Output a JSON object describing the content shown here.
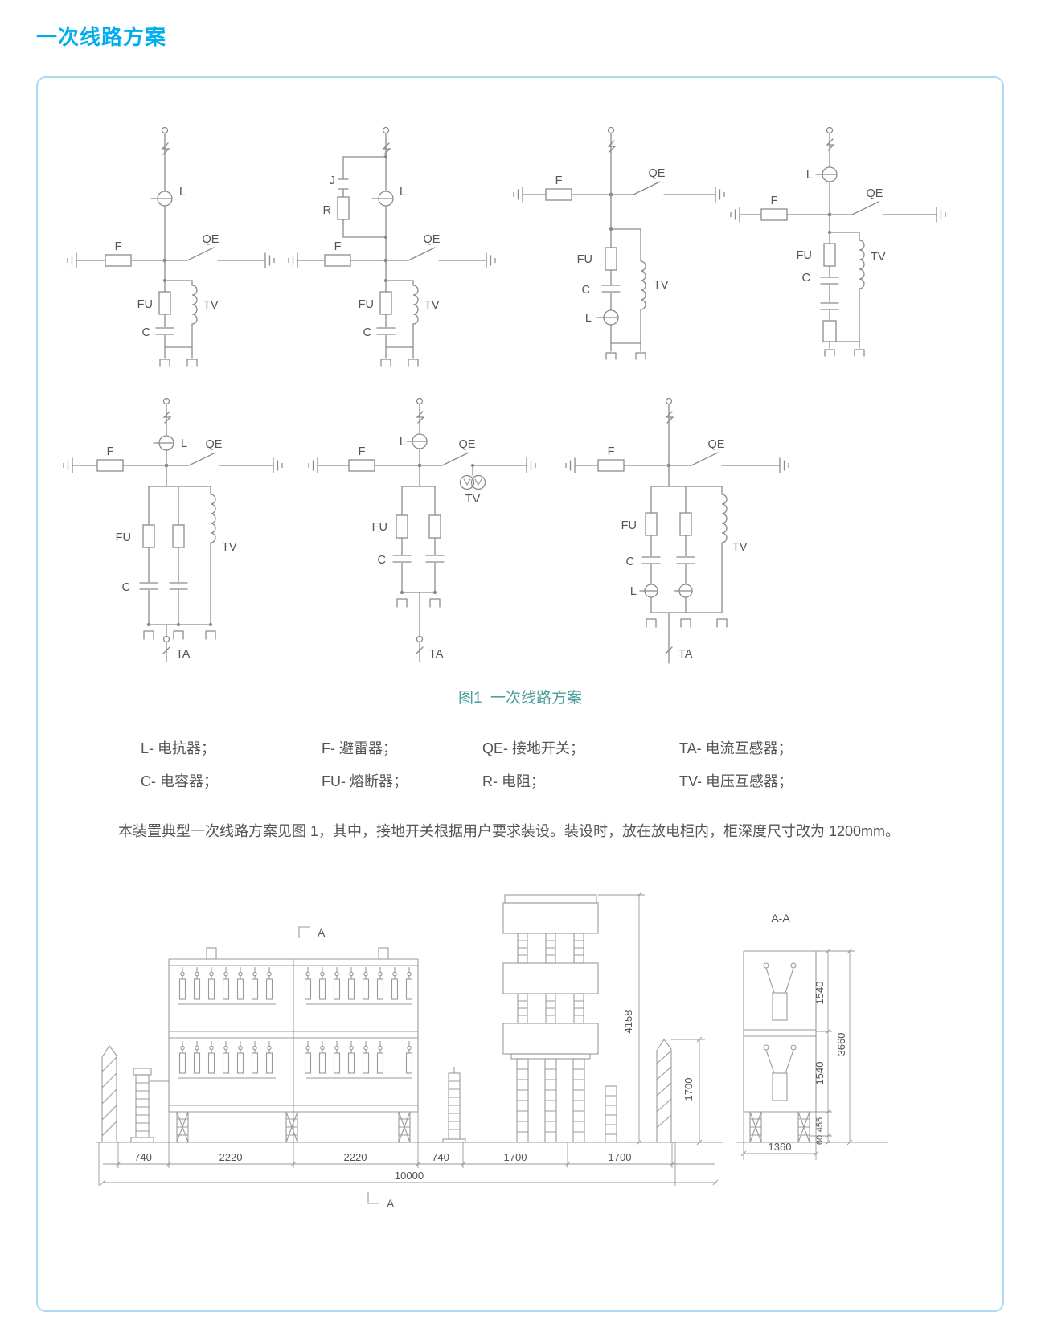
{
  "page": {
    "title": "一次线路方案"
  },
  "figure": {
    "caption": "图1  一次线路方案"
  },
  "legend": {
    "items": [
      "L- 电抗器；",
      "F- 避雷器；",
      "QE- 接地开关；",
      "TA- 电流互感器；",
      "C- 电容器；",
      "FU- 熔断器；",
      "R- 电阻；",
      "TV- 电压互感器；"
    ]
  },
  "paragraph": "本装置典型一次线路方案见图 1，其中，接地开关根据用户要求装设。装设时，放在放电柜内，柜深度尺寸改为 1200mm。",
  "labels": {
    "L": "L",
    "F": "F",
    "QE": "QE",
    "FU": "FU",
    "C": "C",
    "TV": "TV",
    "TA": "TA",
    "J": "J",
    "R": "R"
  },
  "drawing": {
    "section": "A-A",
    "cut": "A",
    "dims": {
      "740": "740",
      "2220": "2220",
      "1700": "1700",
      "10000": "10000",
      "4158": "4158",
      "1540": "1540",
      "3660": "3660",
      "455": "455",
      "60": "60",
      "1360": "1360"
    }
  }
}
